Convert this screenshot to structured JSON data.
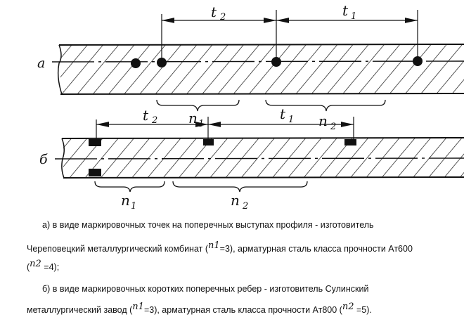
{
  "diagram": {
    "a": {
      "label": "a",
      "t1": "t",
      "t1_sub": "1",
      "t2": "t",
      "t2_sub": "2",
      "n1": "n",
      "n1_sub": "1",
      "n2": "n",
      "n2_sub": "2"
    },
    "b": {
      "label": "б",
      "t1": "t",
      "t1_sub": "1",
      "t2": "t",
      "t2_sub": "2",
      "n1": "n",
      "n1_sub": "1",
      "n2": "n",
      "n2_sub": "2"
    }
  },
  "caption": {
    "line1": "а) в виде маркировочных точек на поперечных выступах профиля - изготовитель",
    "line2_pre": "Череповецкий металлургический комбинат (",
    "line2_sym": "n1",
    "line2_post": "=3), арматурная сталь класса прочности Ат600",
    "line3_pre": "(",
    "line3_sym": "n2",
    "line3_post": " =4);",
    "line4": "б) в виде маркировочных коротких поперечных ребер - изготовитель Сулинский",
    "line5_pre": "металлургический завод (",
    "line5_sym1": "n1",
    "line5_mid": "=3), арматурная сталь класса прочности Ат800 (",
    "line5_sym2": "n2",
    "line5_post": " =5)."
  }
}
